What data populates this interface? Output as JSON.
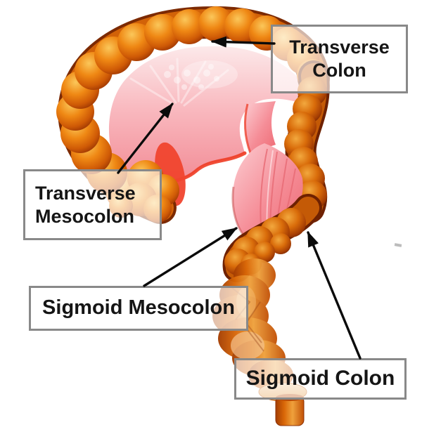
{
  "illustration": {
    "description": "3D rendered colon (orange, haustrated) with pink transverse and sigmoid mesocolon membranes on a white background"
  },
  "annotations": [
    {
      "id": "transverse-colon",
      "label": "Transverse Colon"
    },
    {
      "id": "transverse-mesocolon",
      "label": "Transverse Mesocolon"
    },
    {
      "id": "sigmoid-mesocolon",
      "label": "Sigmoid Mesocolon"
    },
    {
      "id": "sigmoid-colon",
      "label": "Sigmoid Colon"
    }
  ],
  "colors": {
    "background": "#ffffff",
    "colon_orange": "#e0700c",
    "colon_highlight": "#f9c050",
    "colon_shadow": "#8c2f02",
    "mesocolon_pink": "#f6939c",
    "mesocolon_rim": "#ee3b22",
    "label_background": "rgba(255,255,255,0.66)",
    "label_border": "#898989",
    "label_text": "#151515",
    "arrow": "#0b0b0b"
  }
}
